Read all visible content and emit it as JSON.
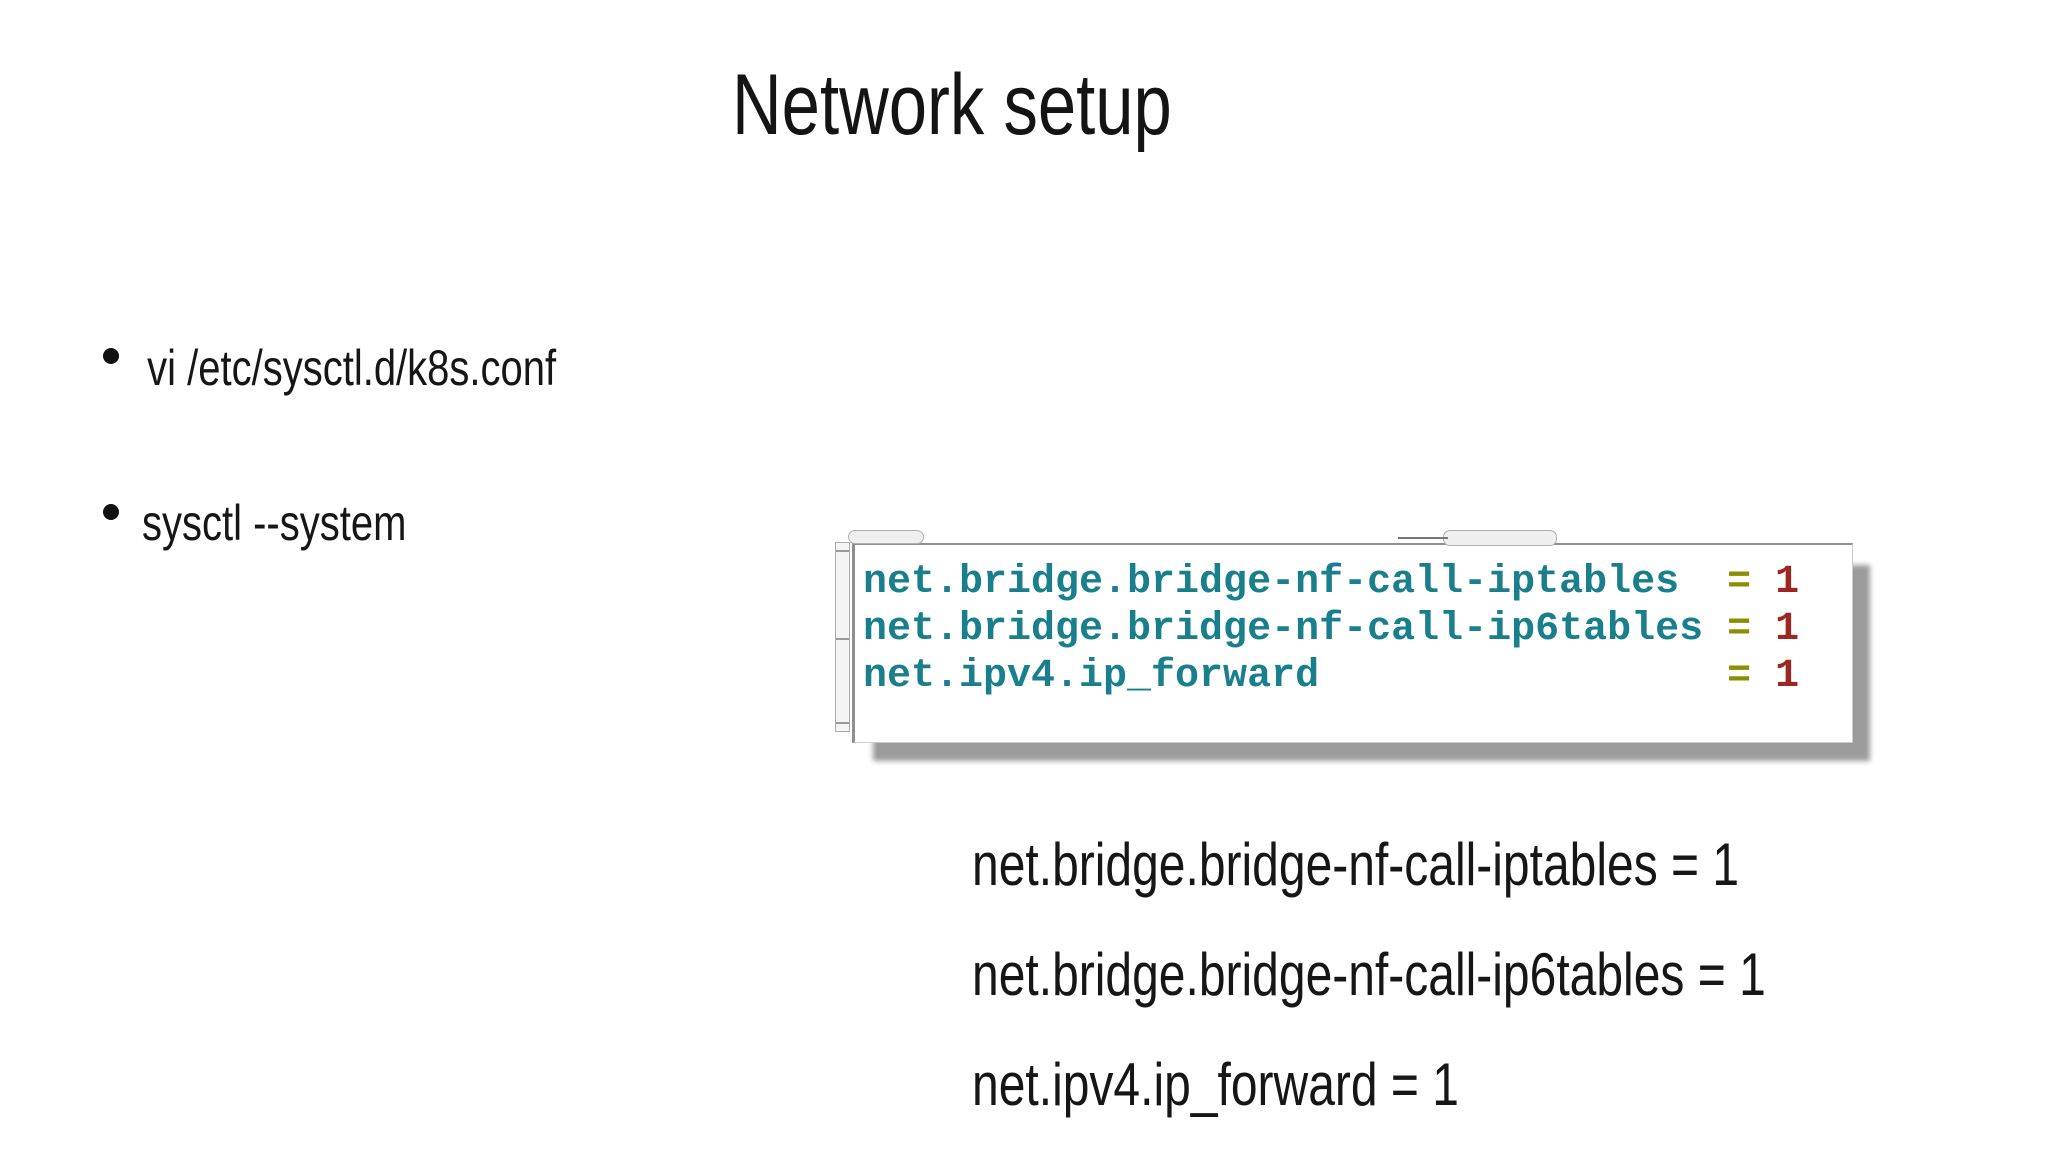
{
  "slide": {
    "title": "Network setup"
  },
  "bullets": [
    {
      "text": " vi /etc/sysctl.d/k8s.conf"
    },
    {
      "text": "sysctl --system"
    }
  ],
  "terminal_screenshot": {
    "lines": [
      {
        "key": "net.bridge.bridge-nf-call-iptables",
        "eq": "=",
        "val": "1"
      },
      {
        "key": "net.bridge.bridge-nf-call-ip6tables",
        "eq": "=",
        "val": "1"
      },
      {
        "key": "net.ipv4.ip_forward",
        "eq": "=",
        "val": "1"
      }
    ],
    "colors": {
      "key": "#1a7f8c",
      "equals": "#8d8d00",
      "value": "#9c2621"
    }
  },
  "plain_lines": [
    {
      "text": "net.bridge.bridge-nf-call-iptables = 1"
    },
    {
      "text": "net.bridge.bridge-nf-call-ip6tables = 1"
    },
    {
      "text": "net.ipv4.ip_forward = 1"
    }
  ]
}
